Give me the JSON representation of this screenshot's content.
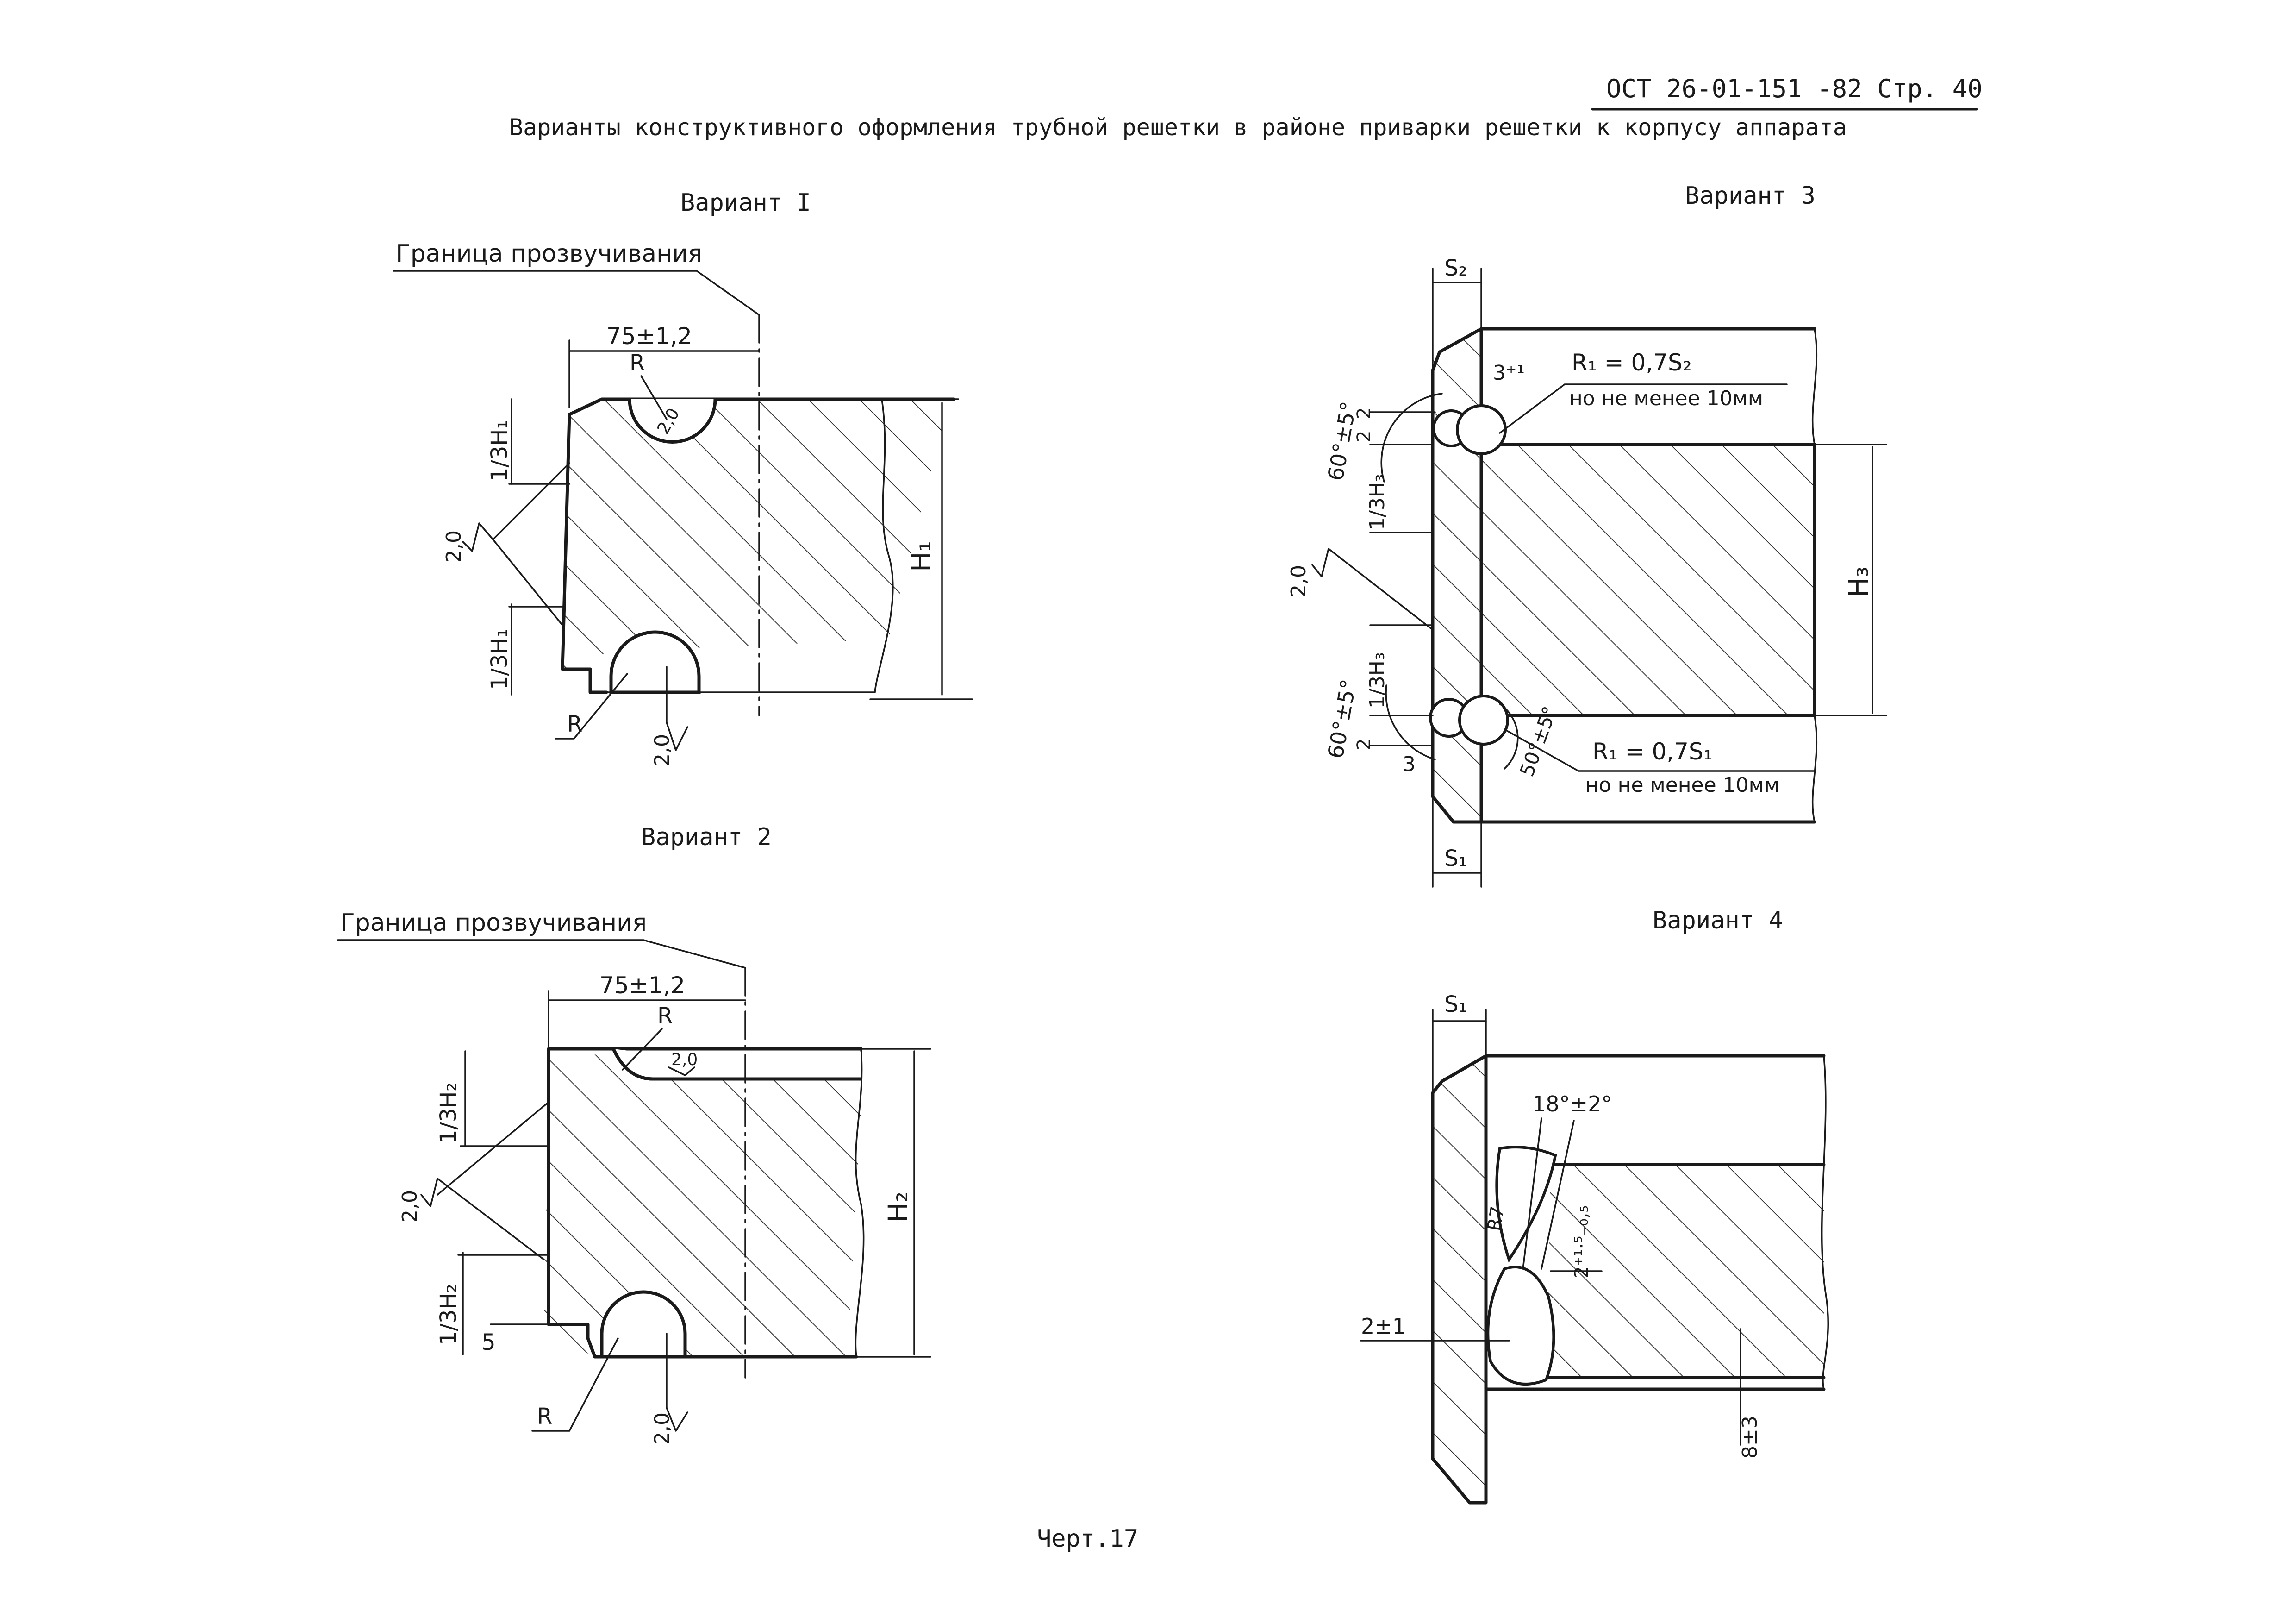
{
  "header": {
    "doc_ref": "ОСТ 26-01-151 -82 Стр. 40",
    "title": "Варианты конструктивного оформления трубной решетки в районе приварки решетки к корпусу аппарата"
  },
  "variant1": {
    "caption": "Вариант I",
    "boundary_label": "Граница прозвучивания",
    "dim_75": "75±1,2",
    "radius": "R",
    "h_label": "H₁",
    "third_top": "1/3H₁",
    "third_bottom": "1/3H₁",
    "rough_left": "2,0",
    "rough_bottom": "2,0",
    "rough_groove": "2,0"
  },
  "variant2": {
    "caption": "Вариант 2",
    "boundary_label": "Граница прозвучивания",
    "dim_75": "75±1,2",
    "radius_top": "R",
    "radius_bottom": "R",
    "h_label": "H₂",
    "third_top": "1/3H₂",
    "third_bottom": "1/3H₂",
    "step": "5",
    "rough_left": "2,0",
    "rough_top": "2,0",
    "rough_bottom": "2,0"
  },
  "variant3": {
    "caption": "Вариант 3",
    "s2": "S₂",
    "s1": "S₁",
    "gap_top": "3⁺¹",
    "gap_bottom": "3",
    "r_top": "R₁ = 0,7S₂",
    "r_top_note": "но не менее 10мм",
    "r_bottom": "R₁ = 0,7S₁",
    "r_bottom_note": "но не менее 10мм",
    "angle_top": "60°±5°",
    "angle_bottom": "60°±5°",
    "angle_50": "50°±5°",
    "two_top": "2",
    "two_mid": "2",
    "two_bottom": "2",
    "third_top": "1/3H₃",
    "third_bottom": "1/3H₃",
    "h_label": "H₃",
    "rough_left": "2,0"
  },
  "variant4": {
    "caption": "Вариант 4",
    "s1": "S₁",
    "angle": "18°±2°",
    "radius": "R7",
    "root": "2⁺¹·⁵₋₀,₅",
    "gap": "2±1",
    "offset": "8±3"
  },
  "footer": {
    "drawing_no": "Черт.17"
  }
}
